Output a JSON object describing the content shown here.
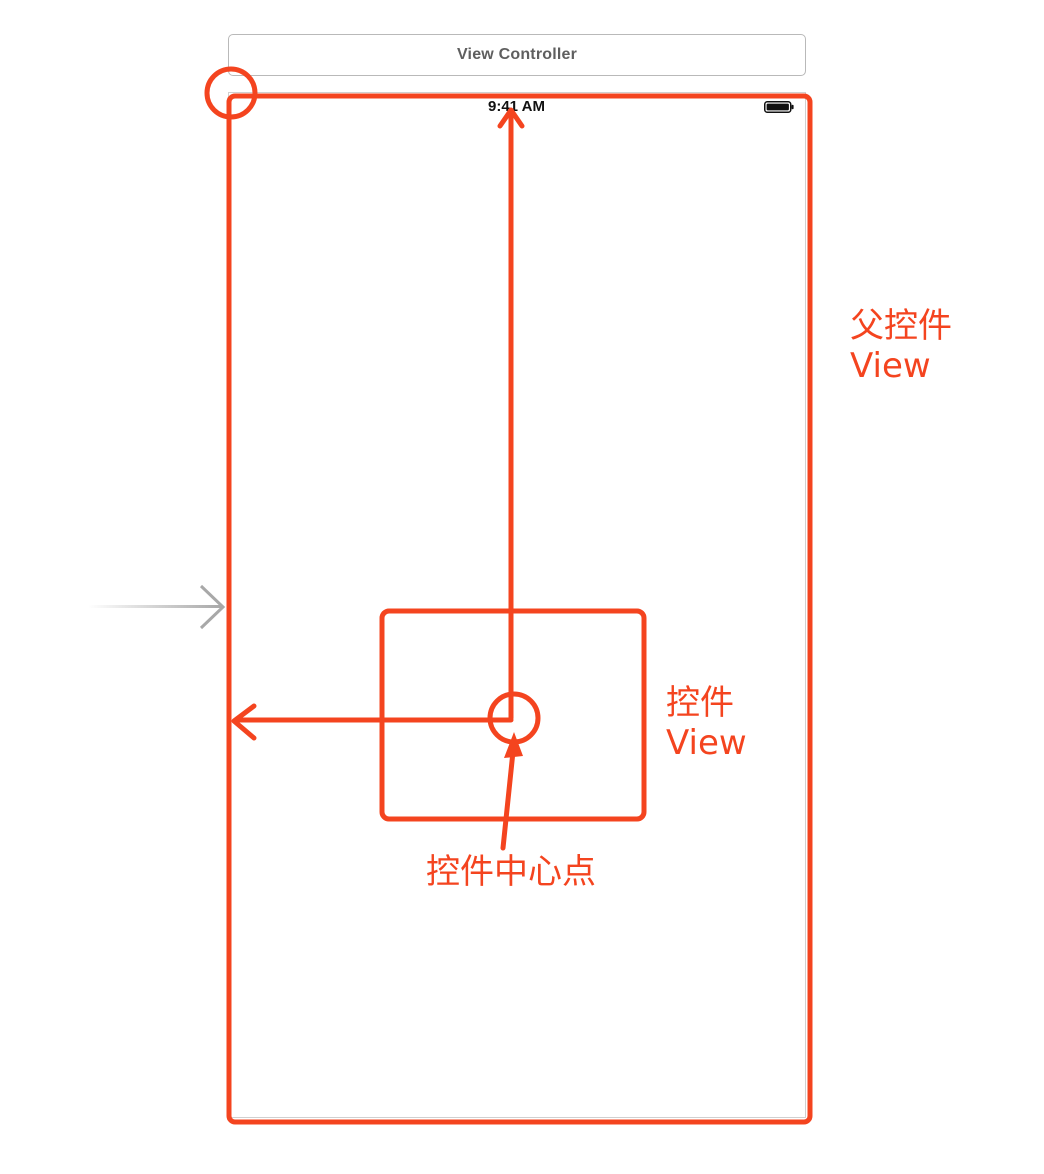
{
  "window": {
    "title": "View Controller"
  },
  "status_bar": {
    "time": "9:41 AM",
    "battery_icon": "battery-full-icon"
  },
  "entry_point": {
    "icon": "initial-arrow-icon"
  },
  "annotations": {
    "parent_view_line1": "父控件",
    "parent_view_line2": "View",
    "child_view_line1": "控件",
    "child_view_line2": "View",
    "center_point": "控件中心点"
  },
  "colors": {
    "annotation": "#f4441f",
    "entry_arrow": "#a8a8a8",
    "title_text": "#5f5f5f"
  }
}
